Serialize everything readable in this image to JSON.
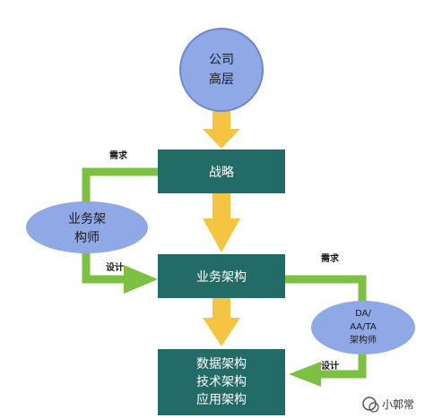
{
  "colors": {
    "circle_fill": "#8fa8e6",
    "circle_stroke": "#6d88cf",
    "box_fill": "#236b66",
    "arrow_orange": "#f5c542",
    "arrow_green": "#7cc142",
    "ellipse_fill": "#8fa8e6"
  },
  "nodes": {
    "top_circle": {
      "line1": "公司",
      "line2": "高层"
    },
    "strategy": {
      "label": "战略"
    },
    "business_arch": {
      "label": "业务架构"
    },
    "data_tech_app": {
      "line1": "数据架构",
      "line2": "技术架构",
      "line3": "应用架构"
    },
    "business_architect": {
      "line1": "业务架",
      "line2": "构师"
    },
    "da_architect": {
      "line1": "DA/",
      "line2": "AA/TA",
      "line3": "架构师"
    }
  },
  "edges": {
    "left_requirement": "需求",
    "left_design": "设计",
    "right_requirement": "需求",
    "right_design": "设计"
  },
  "watermark": {
    "text": "小郭常"
  }
}
